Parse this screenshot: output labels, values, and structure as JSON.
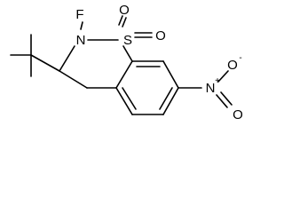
{
  "molecule": {
    "atoms": {
      "fluorine": "F",
      "nitrogen_ring": "N",
      "sulfur": "S",
      "oxygen_s_right": "O",
      "oxygen_s_bottom": "O",
      "nitro_nitrogen": "N",
      "nitro_nitrogen_charge": "+",
      "nitro_oxygen_top": "O",
      "nitro_oxygen_top_charge": "-",
      "nitro_oxygen_bottom": "O"
    },
    "colors": {
      "bonds": "#000000",
      "labels": "#000000",
      "background": "#ffffff"
    }
  }
}
